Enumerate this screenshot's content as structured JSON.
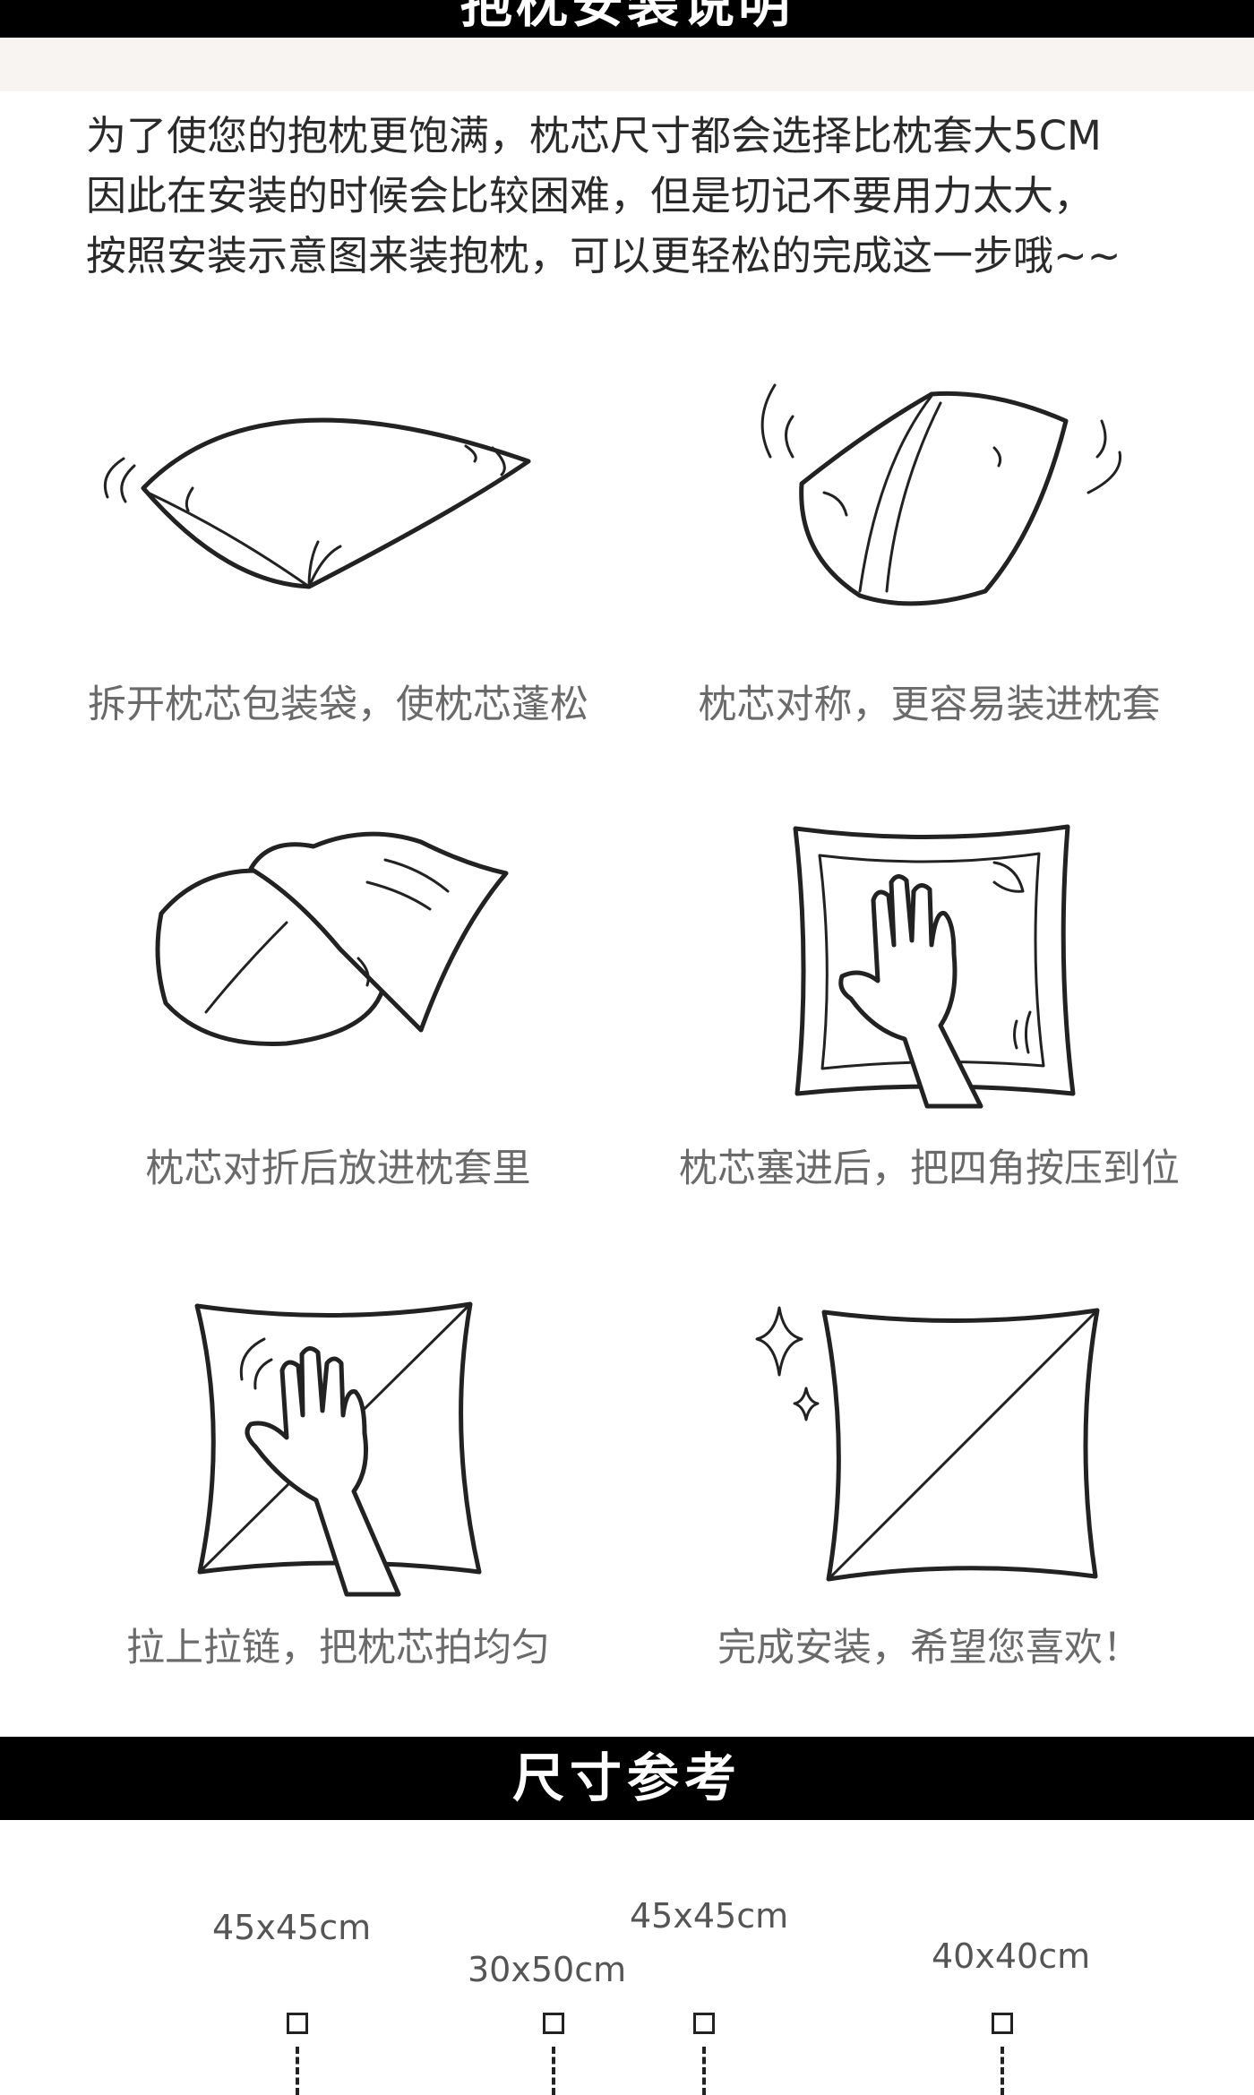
{
  "header": {
    "title": "抱枕安装说明"
  },
  "intro": {
    "lines": [
      "为了使您的抱枕更饱满，枕芯尺寸都会选择比枕套大5CM",
      "因此在安装的时候会比较困难，但是切记不要用力太大，",
      "按照安装示意图来装抱枕，可以更轻松的完成这一步哦~~"
    ]
  },
  "steps": [
    {
      "caption": "拆开枕芯包装袋，使枕芯蓬松",
      "icon": "fluffing-pillow-icon"
    },
    {
      "caption": "枕芯对称，更容易装进枕套",
      "icon": "folded-pillow-icon"
    },
    {
      "caption": "枕芯对折后放进枕套里",
      "icon": "insert-into-cover-icon"
    },
    {
      "caption": "枕芯塞进后，把四角按压到位",
      "icon": "press-corners-icon"
    },
    {
      "caption": "拉上拉链，把枕芯拍均匀",
      "icon": "pat-pillow-icon"
    },
    {
      "caption": "完成安装，希望您喜欢！",
      "icon": "finished-pillow-icon"
    }
  ],
  "size_section": {
    "title": "尺寸参考",
    "labels": [
      "45x45cm",
      "30x50cm",
      "45x45cm",
      "40x40cm"
    ]
  }
}
